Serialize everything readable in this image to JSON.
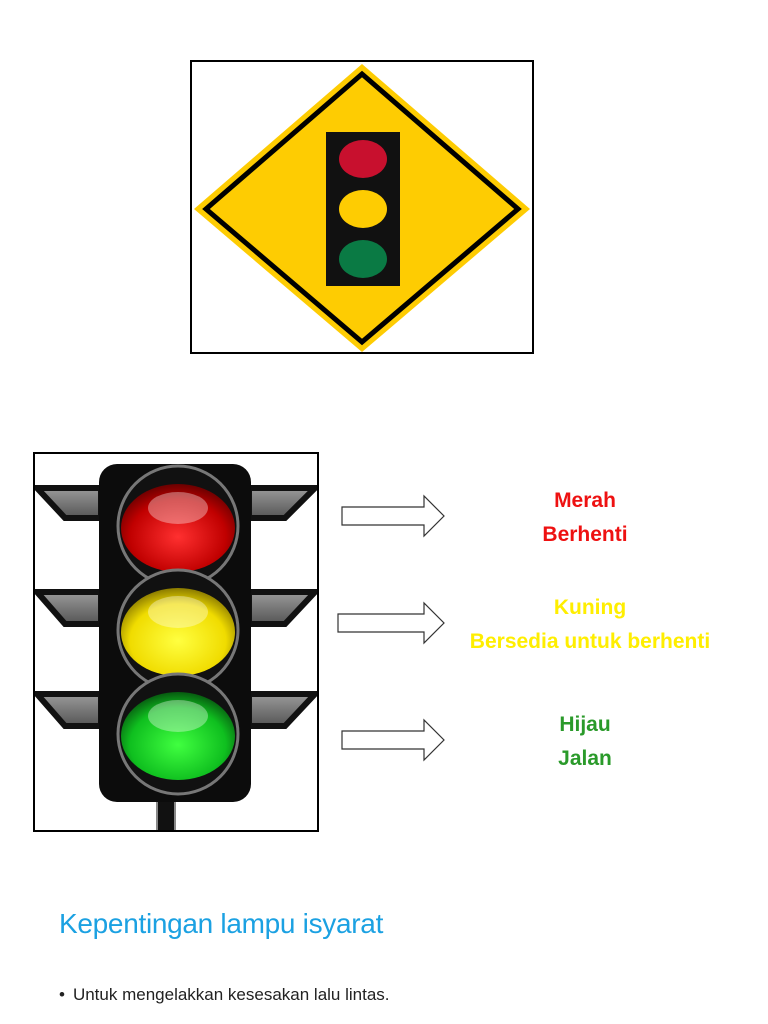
{
  "colors": {
    "sign_yellow": "#fecc02",
    "red": "#ee1111",
    "yellow": "#ffee00",
    "green": "#2a9a2a",
    "heading_blue": "#1ba1e2"
  },
  "lights": [
    {
      "name": "Merah",
      "meaning": "Berhenti",
      "color": "#ee1111"
    },
    {
      "name": "Kuning",
      "meaning": "Bersedia untuk berhenti",
      "color": "#ffee00"
    },
    {
      "name": "Hijau",
      "meaning": "Jalan",
      "color": "#2a9a2a"
    }
  ],
  "section": {
    "heading": "Kepentingan lampu isyarat",
    "bullets": [
      "Untuk mengelakkan kesesakan lalu lintas."
    ]
  }
}
